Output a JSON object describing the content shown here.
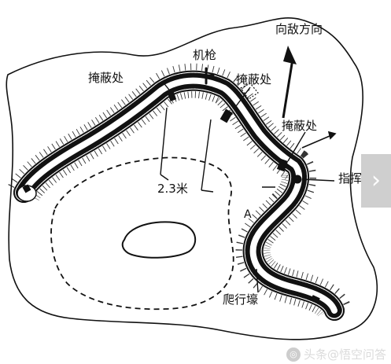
{
  "labels": {
    "enemy_direction": "向敌方向",
    "machine_gun": "机枪",
    "cover_left": "掩蔽处",
    "cover_top": "掩蔽处",
    "cover_right": "掩蔽处",
    "commander": "指挥官",
    "distance": "2.3米",
    "crawl_trench": "爬行壕",
    "section_mark": "A"
  },
  "overlay": {
    "next_arrow": "›",
    "watermark": "头条@悟空问答"
  },
  "colors": {
    "ink": "#111111",
    "paper": "#ffffff",
    "tab": "#cfcfcf"
  }
}
